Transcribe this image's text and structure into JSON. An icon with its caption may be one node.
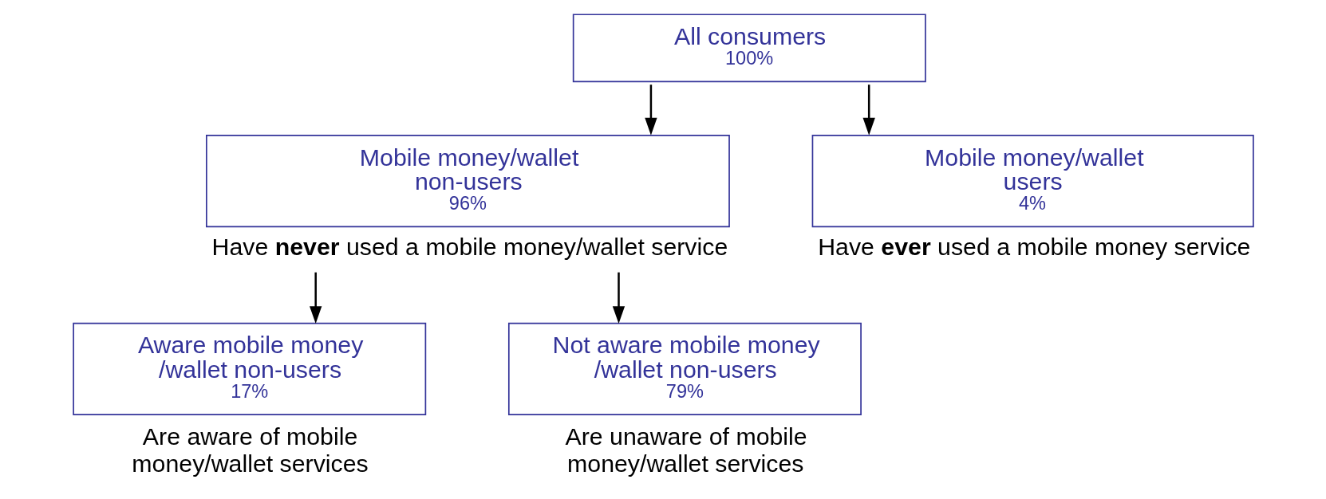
{
  "diagram": {
    "nodes": [
      {
        "text": [
          "All consumers",
          "100%"
        ]
      },
      {
        "text": [
          "Mobile money/wallet non-users",
          "96%"
        ],
        "beside": [
          "Have **never** used a mobile money/wallet service"
        ]
      },
      {
        "text": [
          "Mobile money/wallet users",
          "4%"
        ],
        "beside": [
          "Have **ever** used a mobile money service"
        ]
      },
      {
        "text": [
          "Aware mobile money /wallet non-users",
          "17%"
        ],
        "beside": [
          "Are aware of mobile money/wallet services"
        ]
      },
      {
        "text": [
          "Not aware mobile money /wallet non-users",
          "79%"
        ],
        "beside": [
          "Are unaware of mobile money/wallet services"
        ]
      }
    ],
    "edges": [
      {
        "from": 0,
        "to": 1,
        "arrow": "to"
      },
      {
        "from": 0,
        "to": 2,
        "arrow": "to"
      },
      {
        "from": 1,
        "to": 3,
        "arrow": "to"
      },
      {
        "from": 1,
        "to": 4,
        "arrow": "to"
      }
    ]
  }
}
